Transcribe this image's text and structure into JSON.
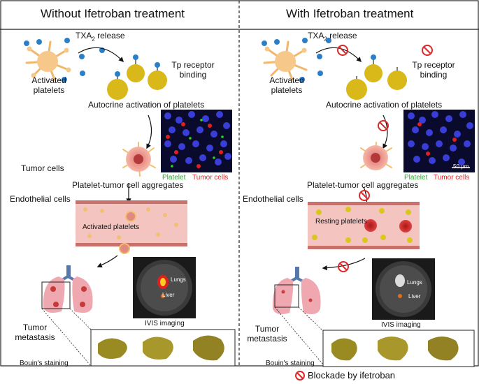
{
  "left": {
    "title": "Without Ifetroban treatment",
    "txa2_prefix": "TXA",
    "txa2_sub": "2",
    "txa2_suffix": " release",
    "activated_platelets": "Activated platelets",
    "tp_binding": "Tp receptor binding",
    "autocrine": "Autocrine activation of platelets",
    "tumor_cells": "Tumor cells",
    "micro_platelet": "Platelet",
    "micro_tumor": "Tumor cells",
    "aggregates": "Platelet-tumor cell aggregates",
    "endothelial": "Endothelial cells",
    "vessel_label": "Activated platelets",
    "ivis_lungs": "Lungs",
    "ivis_liver": "Liver",
    "ivis_caption": "IVIS imaging",
    "metastasis": "Tumor metastasis",
    "bouins": "Bouin's staining"
  },
  "right": {
    "title": "With Ifetroban treatment",
    "txa2_prefix": "TXA",
    "txa2_sub": "2",
    "txa2_suffix": " release",
    "activated_platelets": "Activated platelets",
    "tp_binding": "Tp receptor binding",
    "autocrine": "Autocrine activation of platelets",
    "micro_platelet": "Platelet",
    "micro_tumor": "Tumor cells",
    "scale_bar": "50 μm",
    "aggregates": "Platelet-tumor cell aggregates",
    "endothelial": "Endothelial cells",
    "vessel_label": "Resting platelets",
    "ivis_lungs": "Lungs",
    "ivis_liver": "Liver",
    "ivis_caption": "IVIS imaging",
    "metastasis": "Tumor metastasis",
    "bouins": "Bouin's staining"
  },
  "legend": {
    "blockade": "Blockade by ifetroban"
  },
  "colors": {
    "platelet_body": "#f6c98a",
    "receptor_yellow": "#d9b81a",
    "txa2_blue": "#2b7fc9",
    "vessel_pink": "#f4c4c0",
    "vessel_wall": "#c9706b",
    "blockade_red": "#d82a2a",
    "fluor_green": "#22dd22",
    "fluor_red": "#e02020",
    "tissue_olive": "#9a8a22"
  }
}
